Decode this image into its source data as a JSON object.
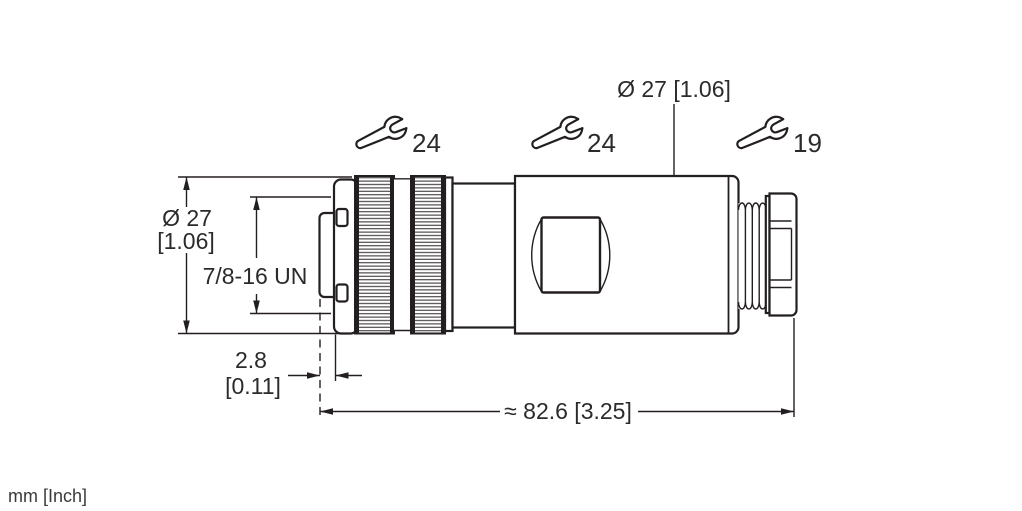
{
  "drawing": {
    "background_color": "#ffffff",
    "line_color": "#231f20",
    "text_color": "#2d2a2b",
    "units_note": "mm [Inch]",
    "wrench_sizes": [
      {
        "icon": "wrench-icon",
        "label": "24"
      },
      {
        "icon": "wrench-icon",
        "label": "24"
      },
      {
        "icon": "wrench-icon",
        "label": "19"
      }
    ],
    "dimensions": {
      "body_diameter_top": "Ø 27 [1.06]",
      "nut_diameter_mm": "Ø 27",
      "nut_diameter_inch": "[1.06]",
      "coupling_thread": "7/8-16 UN",
      "front_offset_mm": "2.8",
      "front_offset_inch": "[0.11]",
      "overall_length": "≈ 82.6 [3.25]"
    }
  }
}
